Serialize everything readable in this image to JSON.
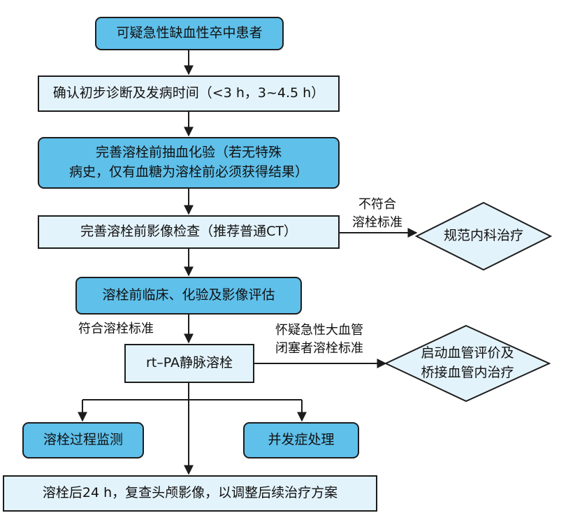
{
  "nodes": {
    "suspected": "可疑急性缺血性卒中患者",
    "confirm_onset": "确认初步诊断及发病时间（<3 h，3~4.5 h）",
    "pre_lab": "完善溶栓前抽血化验（若无特殊\n病史，仅有血糖为溶栓前必须获得结果）",
    "pre_imaging": "完善溶栓前影像检查（推荐普通CT）",
    "pre_eval": "溶栓前临床、化验及影像评估",
    "rtpa": "rt–PA静脉溶栓",
    "monitor": "溶栓过程监测",
    "complication": "并发症处理",
    "recheck": "溶栓后24 h，复查头颅影像，以调整后续治疗方案",
    "medical_treatment": "规范内科治疗",
    "vascular_treatment": "启动血管评价及\n桥接血管内治疗"
  },
  "labels": {
    "not_meet": "不符合\n溶栓标准",
    "meet": "符合溶栓标准",
    "suspect_lvo": "怀疑急性大血管\n闭塞者溶栓标准"
  },
  "colors": {
    "dark_fill": "#5fc0ea",
    "light_fill": "#e3f3fb",
    "stroke": "#1c1c1c"
  }
}
